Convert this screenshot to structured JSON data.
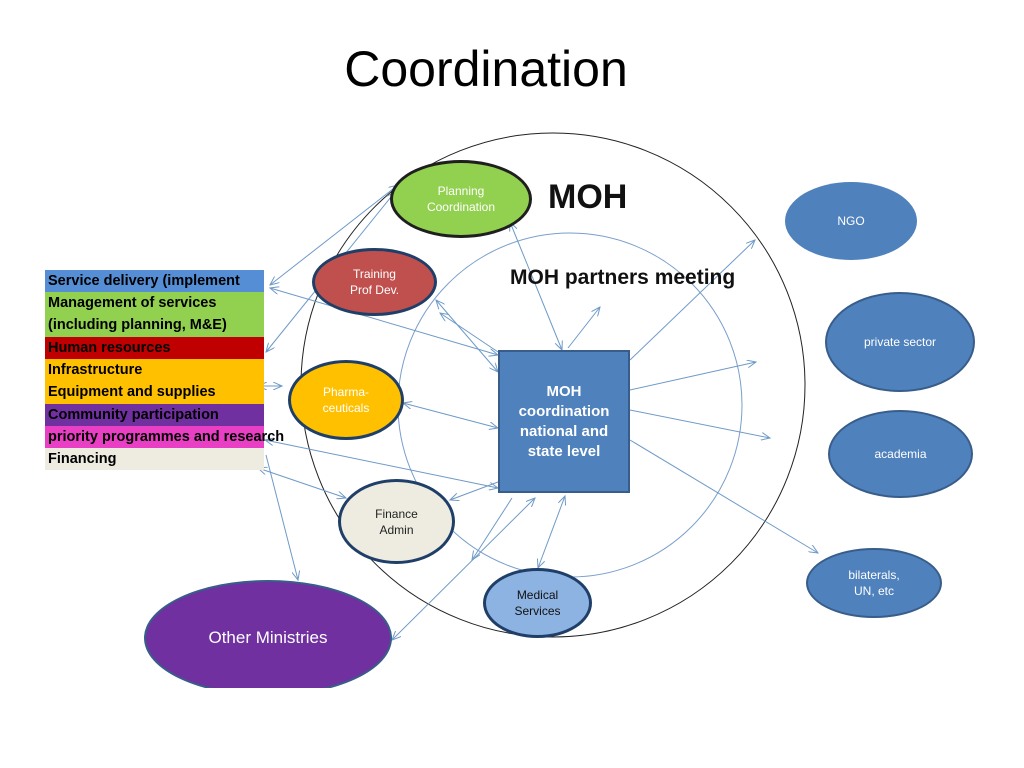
{
  "slide": {
    "title": "Coordination"
  },
  "labels": {
    "moh": "MOH",
    "partners_meeting": "MOH partners meeting"
  },
  "center_box": {
    "lines": [
      "MOH",
      "coordination",
      "national and",
      "state level"
    ],
    "color": "#4f81bd"
  },
  "internal_units": [
    {
      "lines": [
        "Planning",
        "Coordination"
      ],
      "color": "#92d050"
    },
    {
      "lines": [
        "Training",
        "Prof Dev."
      ],
      "color": "#c0504d"
    },
    {
      "lines": [
        "Pharma-",
        "ceuticals"
      ],
      "color": "#ffc000"
    },
    {
      "lines": [
        "Finance",
        "Admin"
      ],
      "color": "#eeece1"
    },
    {
      "lines": [
        "Medical",
        "Services"
      ],
      "color": "#8db3e2"
    }
  ],
  "partners": [
    {
      "label": "NGO",
      "color": "#4f81bd"
    },
    {
      "label": "private sector",
      "color": "#4f81bd"
    },
    {
      "label": "academia",
      "color": "#4f81bd"
    },
    {
      "lines": [
        "bilaterals,",
        "UN, etc"
      ],
      "color": "#4f81bd"
    }
  ],
  "other_ministries": {
    "label": "Other Ministries",
    "color": "#7030a0"
  },
  "function_strips": [
    {
      "label": "Service delivery (implement",
      "color": "#558ed5"
    },
    {
      "lines": [
        "Management of services",
        "(including planning, M&E)"
      ],
      "color": "#92d050"
    },
    {
      "label": "Human resources",
      "color": "#c00000"
    },
    {
      "lines": [
        "Infrastructure",
        "Equipment and supplies"
      ],
      "color": "#ffc000"
    },
    {
      "label": "Community participation",
      "color": "#7030a0"
    },
    {
      "label": "priority  programmes and research",
      "color": "#e93fc4"
    },
    {
      "label": "Financing",
      "color": "#eeece1"
    }
  ]
}
